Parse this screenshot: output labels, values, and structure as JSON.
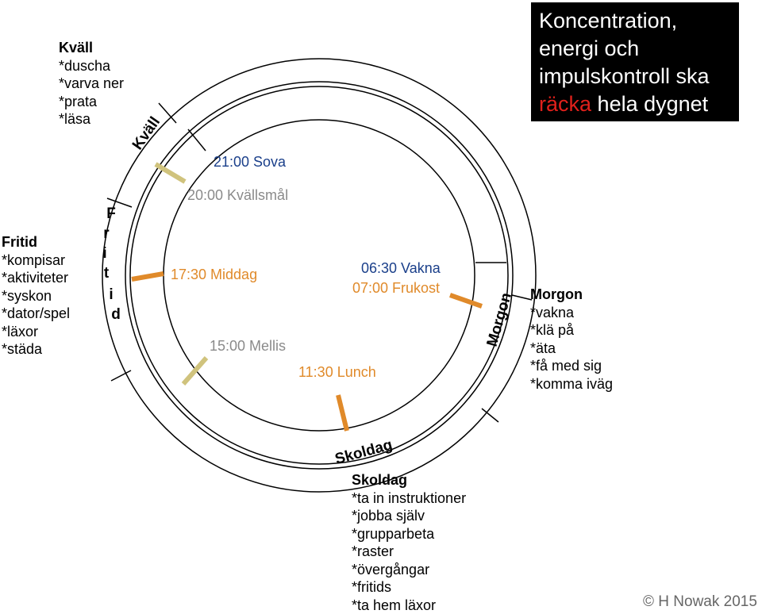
{
  "colors": {
    "orange": "#e08a2a",
    "khaki": "#d0c37d",
    "blue": "#1a3f8a",
    "gray_text": "#8a8a8a",
    "highlight_red": "#e0201b"
  },
  "title": {
    "line1": "Koncentration,",
    "line2": "energi och",
    "line3": "impulskontroll ska",
    "highlight": "räcka",
    "rest": "hela dygnet"
  },
  "segments": {
    "kvall": "Kväll",
    "fritid_letters": [
      "F",
      "r",
      "i",
      "t",
      "i",
      "d"
    ],
    "morgon": "Morgon",
    "skoldag": "Skoldag"
  },
  "times": {
    "sova": "21:00 Sova",
    "kvallsmal": "20:00 Kvällsmål",
    "middag": "17:30 Middag",
    "mellis": "15:00 Mellis",
    "lunch": "11:30 Lunch",
    "vakna": "06:30 Vakna",
    "frukost": "07:00 Frukost"
  },
  "kvall_block": {
    "heading": "Kväll",
    "items": [
      "*duscha",
      "*varva ner",
      "*prata",
      "*läsa"
    ]
  },
  "fritid_block": {
    "heading": "Fritid",
    "items": [
      "*kompisar",
      "*aktiviteter",
      "*syskon",
      "*dator/spel",
      "*läxor",
      "*städa"
    ]
  },
  "morgon_block": {
    "heading": "Morgon",
    "items": [
      "*vakna",
      "*klä på",
      "*äta",
      "*få med sig",
      "*komma iväg"
    ]
  },
  "skoldag_block": {
    "heading": "Skoldag",
    "items": [
      "*ta in instruktioner",
      "*jobba själv",
      "*grupparbeta",
      "*raster",
      "*övergångar",
      "*fritids",
      "*ta hem läxor"
    ]
  },
  "copyright": "© H Nowak 2015"
}
